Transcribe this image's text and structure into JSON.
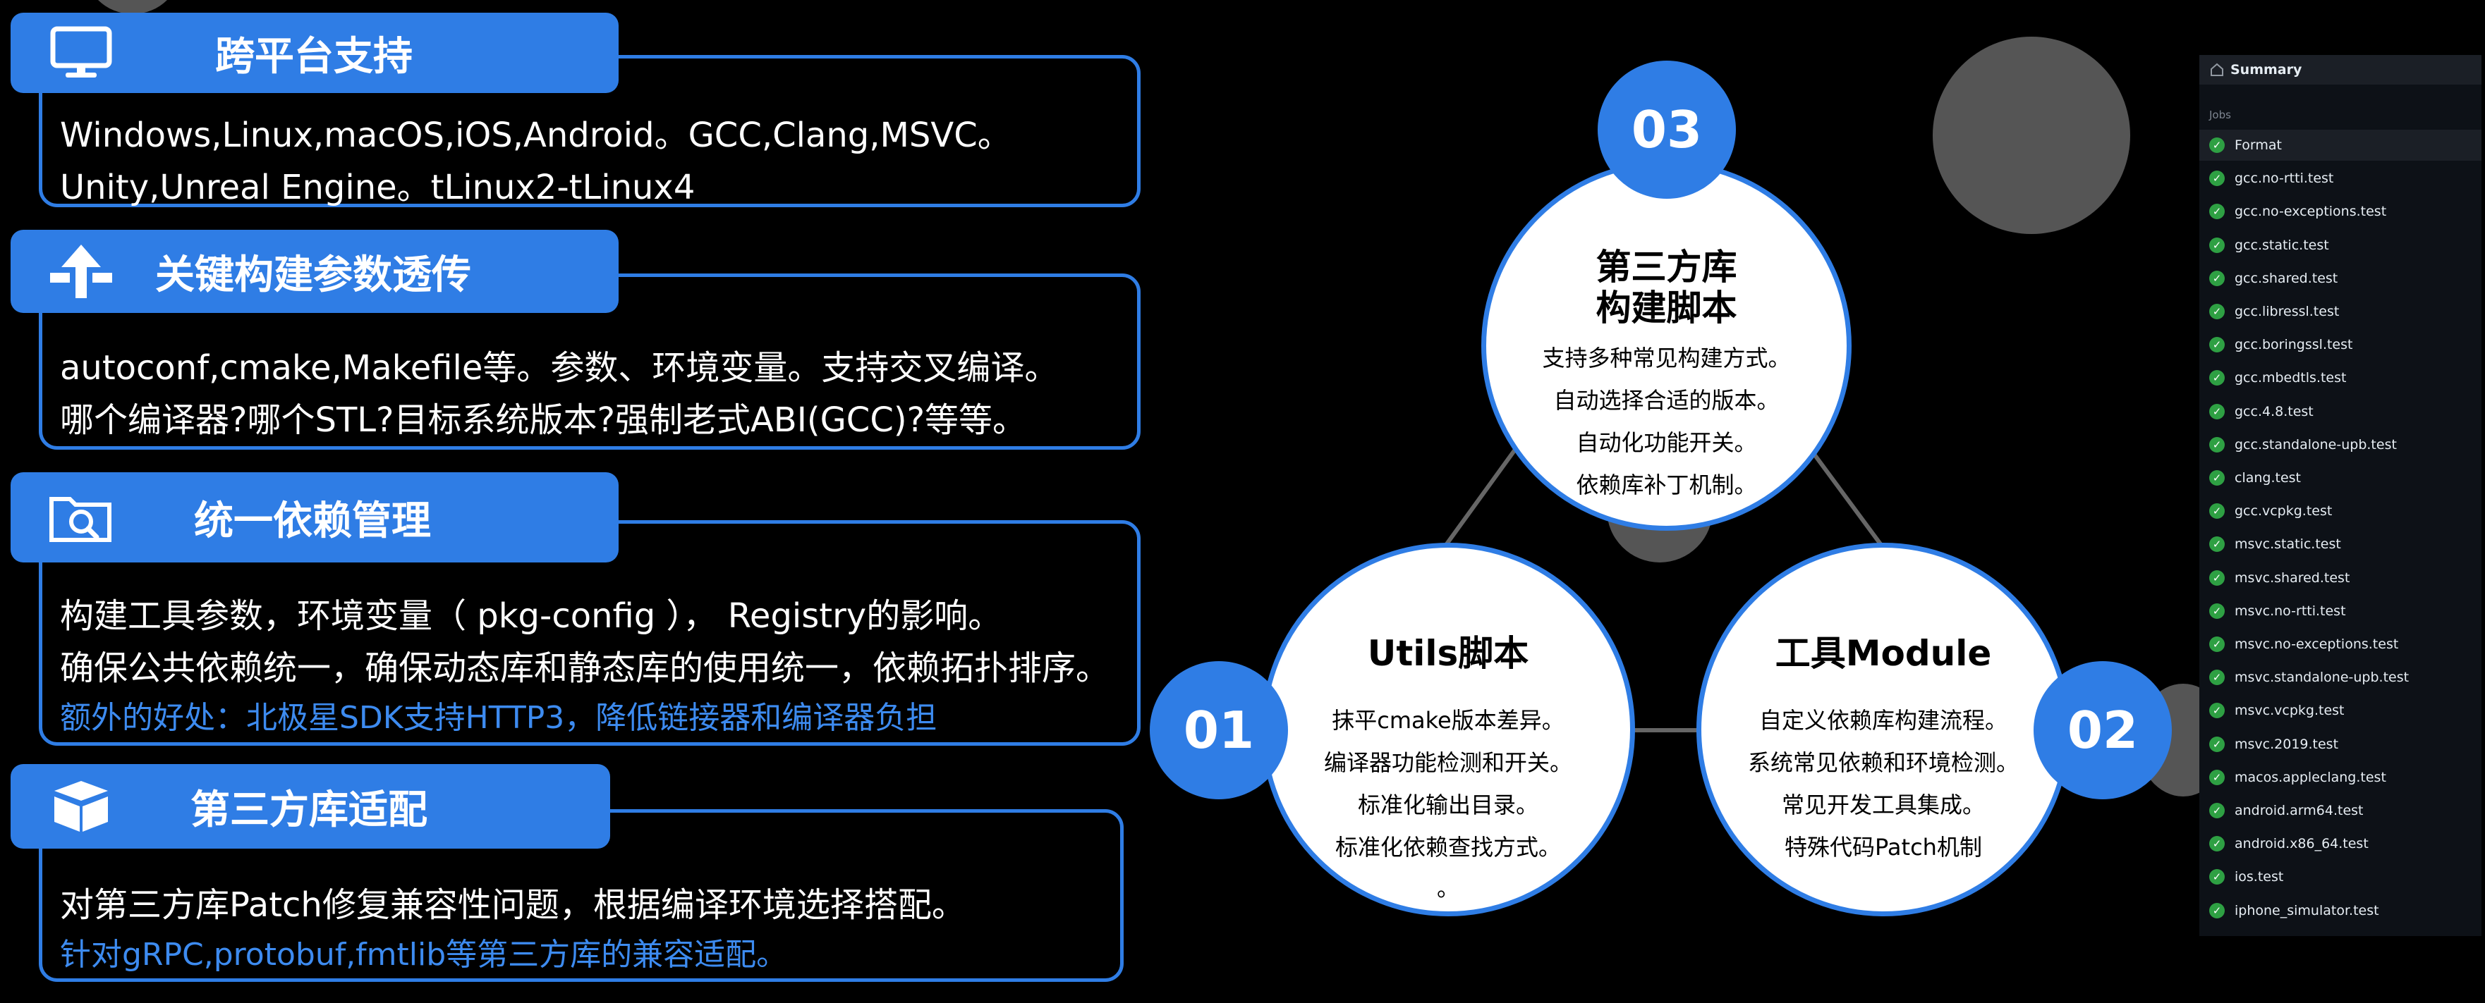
{
  "panels": [
    {
      "title": "跨平台支持",
      "icon": "monitor-icon",
      "lines": [
        "Windows,Linux,macOS,iOS,Android。GCC,Clang,MSVC。",
        "Unity,Unreal Engine。tLinux2-tLinux4"
      ]
    },
    {
      "title": "关键构建参数透传",
      "icon": "upload-arrow-icon",
      "lines": [
        "autoconf,cmake,Makefile等。参数、环境变量。支持交叉编译。",
        "哪个编译器?哪个STL?目标系统版本?强制老式ABI(GCC)?等等。"
      ]
    },
    {
      "title": "统一依赖管理",
      "icon": "search-folder-icon",
      "lines": [
        "构建工具参数，环境变量（ pkg-config ）， Registry的影响。",
        "确保公共依赖统一，确保动态库和静态库的使用统一，依赖拓扑排序。"
      ],
      "note": "额外的好处：北极星SDK支持HTTP3，降低链接器和编译器负担"
    },
    {
      "title": "第三方库适配",
      "icon": "box-icon",
      "lines": [
        "对第三方库Patch修复兼容性问题，根据编译环境选择搭配。"
      ],
      "note": "针对gRPC,protobuf,fmtlib等第三方库的兼容适配。"
    }
  ],
  "circles": {
    "top": {
      "number": "03",
      "title_line1": "第三方库",
      "title_line2": "构建脚本",
      "lines": [
        "支持多种常见构建方式。",
        "自动选择合适的版本。",
        "自动化功能开关。",
        "依赖库补丁机制。"
      ]
    },
    "left": {
      "number": "01",
      "title": "Utils脚本",
      "lines": [
        "抹平cmake版本差异。",
        "编译器功能检测和开关。",
        "标准化输出目录。",
        "标准化依赖查找方式。",
        "。"
      ]
    },
    "right": {
      "number": "02",
      "title": "工具Module",
      "lines": [
        "自定义依赖库构建流程。",
        "系统常见依赖和环境检测。",
        "常见开发工具集成。",
        "特殊代码Patch机制"
      ]
    }
  },
  "jobs": {
    "summary_label": "Summary",
    "section_label": "Jobs",
    "items": [
      "Format",
      "gcc.no-rtti.test",
      "gcc.no-exceptions.test",
      "gcc.static.test",
      "gcc.shared.test",
      "gcc.libressl.test",
      "gcc.boringssl.test",
      "gcc.mbedtls.test",
      "gcc.4.8.test",
      "gcc.standalone-upb.test",
      "clang.test",
      "gcc.vcpkg.test",
      "msvc.static.test",
      "msvc.shared.test",
      "msvc.no-rtti.test",
      "msvc.no-exceptions.test",
      "msvc.standalone-upb.test",
      "msvc.vcpkg.test",
      "msvc.2019.test",
      "macos.appleclang.test",
      "android.arm64.test",
      "android.x86_64.test",
      "ios.test",
      "iphone_simulator.test"
    ]
  },
  "colors": {
    "accent": "#2f7de5",
    "note": "#3d8bf0",
    "success": "#2ea043",
    "connector": "#666666"
  }
}
